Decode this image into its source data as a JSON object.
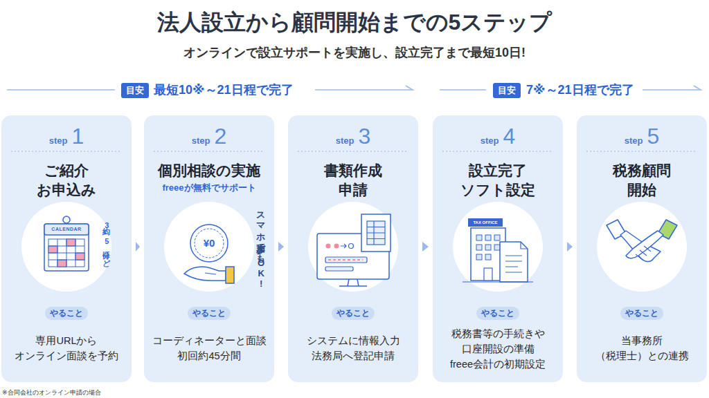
{
  "diagram": {
    "title": "法人設立から顧問開始までの5ステップ",
    "nodes": [
      {
        "text": [
          "目安"
        ]
      },
      {
        "text": [
          "目安"
        ]
      },
      {
        "text": [
          "step",
          "1",
          "ご紹介 お申込み",
          "専用URLから オンライン面談を予約"
        ]
      },
      {
        "text": [
          "やること"
        ],
        "in": 2
      },
      {
        "text": [
          "step",
          "2",
          "個別相談の実施",
          "freeeが無料でサポート",
          "コーディネーターと面談 初回約45分間"
        ]
      },
      {
        "text": [
          "やること"
        ],
        "in": 4
      },
      {
        "text": [
          "step",
          "3",
          "書類作成 申請",
          "システムに情報入力 法務局へ登記申請"
        ]
      },
      {
        "text": [
          "やること"
        ],
        "in": 6
      },
      {
        "text": [
          "step",
          "4",
          "設立完了 ソフト設定",
          "税務書等の手続きや 口座開設の準備 freee会計の初期設定"
        ]
      },
      {
        "text": [
          "やること"
        ],
        "in": 8
      },
      {
        "text": [
          "step",
          "5",
          "税務顧問 開始",
          "当事務所 （税理士）との連携"
        ]
      },
      {
        "text": [
          "やること"
        ],
        "in": 10
      }
    ],
    "edges": [
      {
        "from": 2,
        "to": 4,
        "arrow": "to"
      },
      {
        "from": 4,
        "to": 6,
        "arrow": "to"
      },
      {
        "from": 6,
        "to": 8,
        "arrow": "to"
      },
      {
        "from": 8,
        "to": 10,
        "arrow": "to"
      }
    ],
    "labels": [
      "オンラインで設立サポートを実施し、設立完了まで最短10日!",
      "最短10※～21日程で完了",
      "7※～21日程で完了",
      "CALENDAR",
      "約3～5分ほど",
      "¥0",
      "スマホ参加でもOK!",
      "TAX OFFICE",
      "※合同会社のオンライン申請の場合"
    ]
  }
}
